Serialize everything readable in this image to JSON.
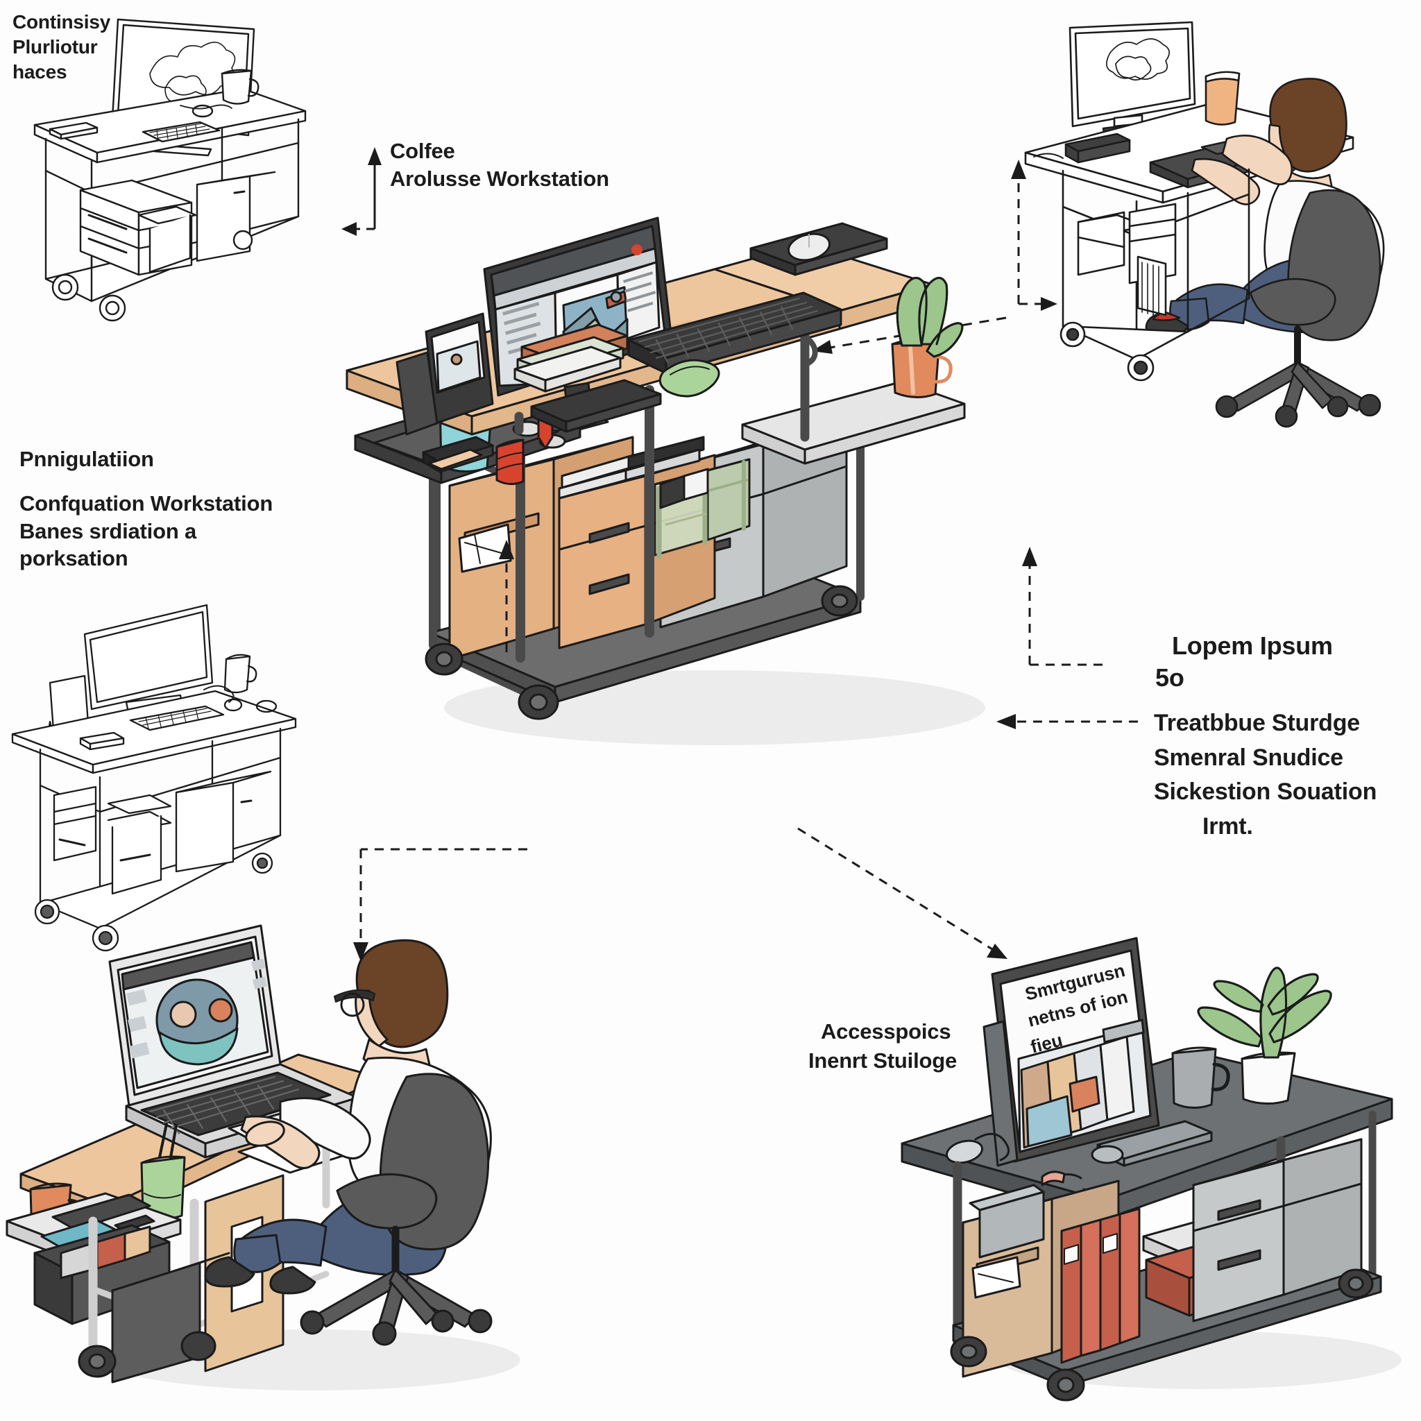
{
  "page": {
    "background": "#fdfdfd",
    "ink": "#1b1b1b"
  },
  "annotations": [
    {
      "id": "top-left-note",
      "lines": [
        "Continsisy",
        "Plurliotur",
        "haces"
      ]
    },
    {
      "id": "coffee-note",
      "lines": [
        "Colfee",
        "Arolusse Workstation"
      ]
    },
    {
      "id": "mid-left-note",
      "lines": [
        "Pnnigulatiion"
      ]
    },
    {
      "id": "mid-left-note-2",
      "lines": [
        "Confquation Workstation",
        "Banes srdiation a",
        "porksation"
      ]
    },
    {
      "id": "right-note",
      "lines": [
        "Lopem Ipsum",
        "5o"
      ]
    },
    {
      "id": "right-note-2",
      "lines": [
        "Treatbbue Sturdge",
        "Smenral Snudice",
        "Sickestion Souation",
        "Irmt."
      ]
    },
    {
      "id": "accessory-note",
      "lines": [
        "Accesspoics",
        "Inenrt Stuiloge"
      ]
    }
  ],
  "tablet_screen_text": [
    "Smrtgurusn",
    "netns of ion",
    "fieu"
  ],
  "scenes": {
    "top_left": {
      "name": "Line-art standing desk cart",
      "style": "outline"
    },
    "top_right": {
      "name": "Seated user at white desk cart",
      "style": "colored"
    },
    "mid_left": {
      "name": "Line-art desk cart with monitor",
      "style": "outline"
    },
    "center": {
      "name": "Main colored workstation cart",
      "style": "colored"
    },
    "bottom_left": {
      "name": "Seated user at laptop desk",
      "style": "colored"
    },
    "bottom_right": {
      "name": "Grey desk cart with tablet",
      "style": "colored"
    }
  },
  "colors": {
    "wood_top": "#e8c49a",
    "wood_top_light": "#f0d5b4",
    "metal_dark": "#4a4a4a",
    "metal_mid": "#6d6d6d",
    "grey_panel": "#b9bcbd",
    "grey_light": "#d6d8d9",
    "mug_orange": "#e08a5d",
    "plant_green": "#8fbf7e",
    "cup_teal": "#8fd4d8",
    "denim": "#4e5f7e",
    "hair_brown": "#6b4327",
    "skin": "#f2d6bd",
    "shirt_white": "#fbfbfb",
    "chair_grey": "#5a5a5a",
    "folder_red": "#c4604b",
    "screen_blue": "#7fa9c4",
    "accent_red": "#d8432e"
  }
}
